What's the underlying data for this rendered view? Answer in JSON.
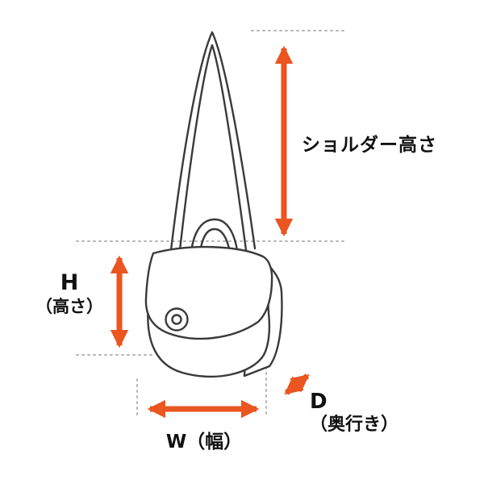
{
  "labels": {
    "shoulder_height": "ショルダー高さ",
    "height_letter": "H",
    "height_sub": "（高さ）",
    "width": "W（幅）",
    "depth_letter": "D",
    "depth_sub": "（奥行き）"
  },
  "colors": {
    "accent": "#ea5520",
    "line": "#3a3a3a",
    "dotted": "#b5b5b5"
  }
}
